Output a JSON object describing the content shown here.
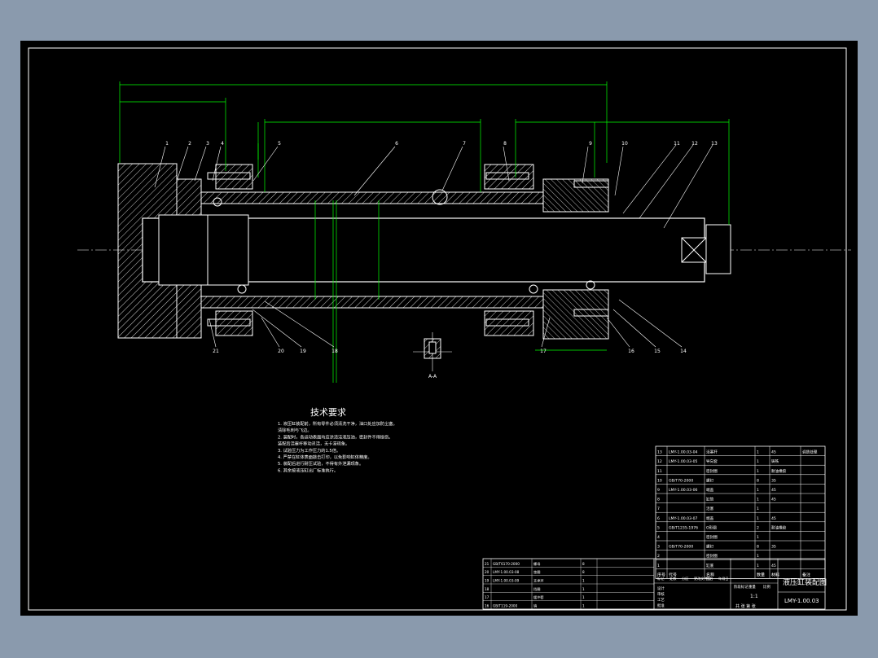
{
  "colors": {
    "background": "#000000",
    "outline": "#ffffff",
    "dimension": "#00ff00",
    "leader": "#ffffff",
    "hatch": "#ffffff",
    "center": "#ffffff",
    "frame_bg": "#8a9aad"
  },
  "drawing": {
    "title": "液压缸装配图",
    "drawing_number": "LMY-1.00.03",
    "tech_title": "技术要求",
    "tech_notes": [
      "1. 液压缸装配前，所有零件必须清洗干净，油口处应加防尘塞。",
      "   清除毛刺与飞边。",
      "2. 装配时，各运动表面均应涂清洁液压油，密封件不得损伤。",
      "   装配后活塞杆移动灵活，无卡滞现象。",
      "3. 试验压力为工作压力的1.5倍。",
      "4. 严禁在缸体表面敲击打印，以免影响缸体精度。",
      "5. 装配后进行耐压试验，不得有外泄漏现象。",
      "6. 其余按液压缸出厂标准执行。"
    ],
    "section_label": "A-A",
    "part_numbers_top": [
      "1",
      "2",
      "3",
      "4",
      "5",
      "6",
      "7",
      "8",
      "9",
      "10",
      "11",
      "12",
      "13"
    ],
    "part_numbers_bottom": [
      "21",
      "20",
      "19",
      "18",
      "17",
      "16",
      "15",
      "14"
    ]
  },
  "parts_list": {
    "header": [
      "序号",
      "代号",
      "名称",
      "数量",
      "材料",
      "备注"
    ],
    "rows": [
      [
        "13",
        "LMY-1.00.03-04",
        "活塞杆",
        "1",
        "45",
        "调质处理"
      ],
      [
        "12",
        "LMY-1.00.03-05",
        "导向套",
        "1",
        "铸铁",
        ""
      ],
      [
        "11",
        "",
        "密封圈",
        "1",
        "耐油橡胶",
        ""
      ],
      [
        "10",
        "GB/T70-2000",
        "螺钉",
        "8",
        "35",
        ""
      ],
      [
        "9",
        "LMY-1.00.03-06",
        "端盖",
        "1",
        "45",
        ""
      ],
      [
        "8",
        "",
        "缸筒",
        "1",
        "45",
        ""
      ],
      [
        "7",
        "",
        "活塞",
        "1",
        "",
        ""
      ],
      [
        "6",
        "LMY-1.00.03-07",
        "端盖",
        "1",
        "45",
        ""
      ],
      [
        "5",
        "GB/T1235-1976",
        "O形圈",
        "2",
        "耐油橡胶",
        ""
      ],
      [
        "4",
        "",
        "密封圈",
        "1",
        "",
        ""
      ],
      [
        "3",
        "GB/T70-2000",
        "螺钉",
        "8",
        "35",
        ""
      ],
      [
        "2",
        "",
        "密封圈",
        "1",
        "",
        ""
      ],
      [
        "1",
        "",
        "缸底",
        "1",
        "45",
        ""
      ]
    ],
    "lower_rows": [
      [
        "21",
        "GB/T6170-2000",
        "螺母",
        "8",
        "",
        ""
      ],
      [
        "20",
        "LMY-1.00.03-08",
        "垫圈",
        "8",
        "",
        ""
      ],
      [
        "19",
        "LMY-1.00.03-09",
        "支承环",
        "1",
        "",
        ""
      ],
      [
        "18",
        "",
        "挡圈",
        "1",
        "",
        ""
      ],
      [
        "17",
        "",
        "缓冲套",
        "1",
        "",
        ""
      ],
      [
        "16",
        "GB/T119-2000",
        "销",
        "1",
        "",
        ""
      ]
    ]
  },
  "title_block": {
    "labels": [
      "标记",
      "处数",
      "分区",
      "更改文件号",
      "签名",
      "年月日"
    ],
    "roles": [
      "设计",
      "审核",
      "工艺",
      "批准"
    ],
    "stage_labels": [
      "阶段标记",
      "重量",
      "比例"
    ],
    "scale": "1:1",
    "sheet": "共 张 第 张"
  }
}
